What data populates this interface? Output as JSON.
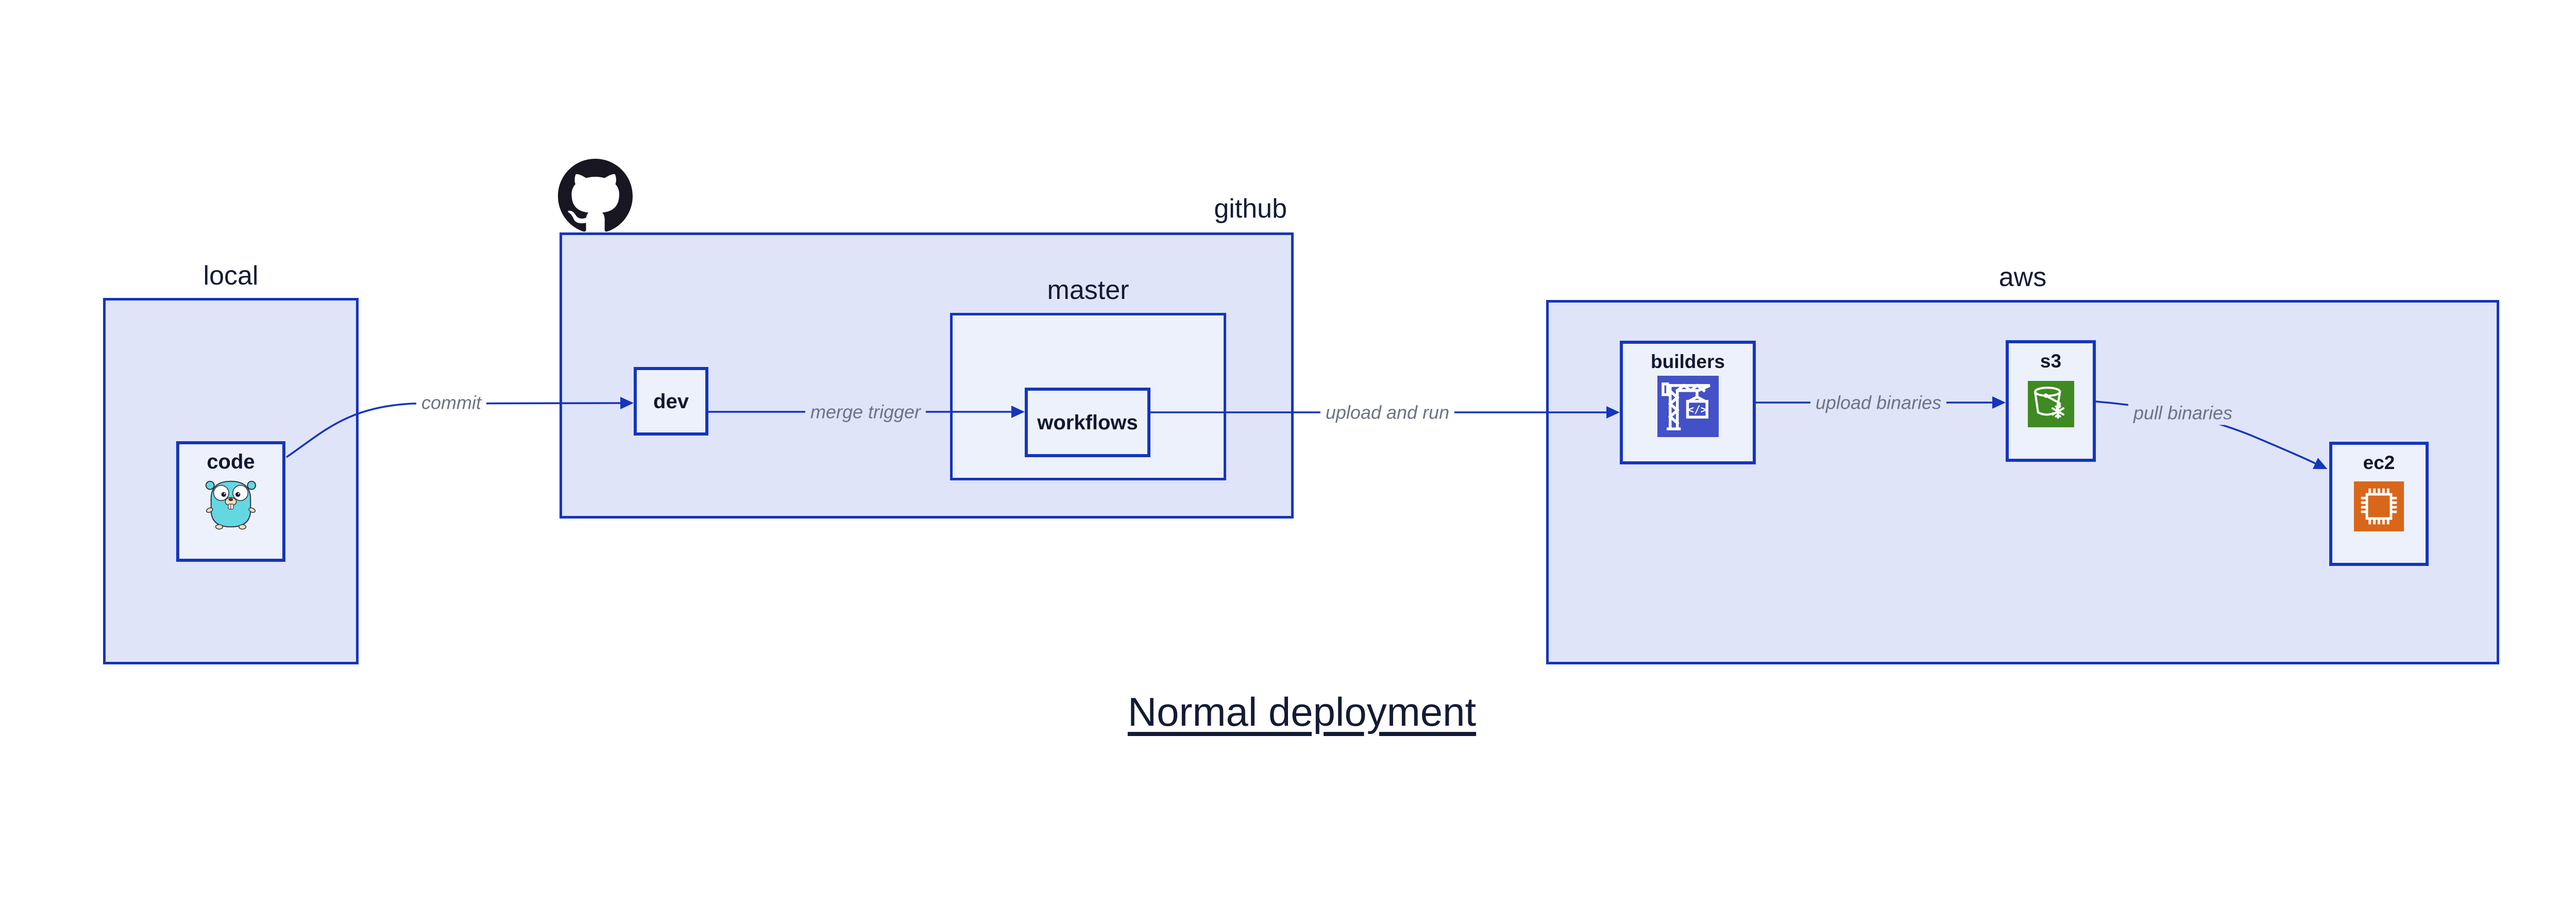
{
  "title": "Normal deployment",
  "containers": {
    "local": {
      "label": "local"
    },
    "github": {
      "label": "github"
    },
    "master": {
      "label": "master"
    },
    "aws": {
      "label": "aws"
    }
  },
  "nodes": {
    "code": {
      "label": "code",
      "icon": "go-gopher-icon"
    },
    "dev": {
      "label": "dev"
    },
    "workflows": {
      "label": "workflows"
    },
    "builders": {
      "label": "builders",
      "icon": "build-crane-icon"
    },
    "s3": {
      "label": "s3",
      "icon": "bucket-snowflake-icon"
    },
    "ec2": {
      "label": "ec2",
      "icon": "cpu-chip-icon"
    }
  },
  "edges": [
    {
      "label": "commit",
      "from": "code",
      "to": "dev"
    },
    {
      "label": "merge trigger",
      "from": "dev",
      "to": "workflows"
    },
    {
      "label": "upload and run",
      "from": "workflows",
      "to": "builders"
    },
    {
      "label": "upload binaries",
      "from": "builders",
      "to": "s3"
    },
    {
      "label": "pull binaries",
      "from": "s3",
      "to": "ec2"
    }
  ],
  "logo": {
    "name": "github-octocat-logo"
  },
  "colors": {
    "edge_blue": "#1535bb",
    "container_fill": "#dfe4f8",
    "node_fill": "#edf1fb",
    "edge_label_gray": "#6d7385",
    "text_navy": "#131b35",
    "builders_icon_bg": "#4350c8",
    "s3_icon_bg": "#3f8a22",
    "ec2_icon_bg": "#d8671a",
    "gopher_teal": "#63d8e3",
    "octocat_black": "#181721"
  }
}
